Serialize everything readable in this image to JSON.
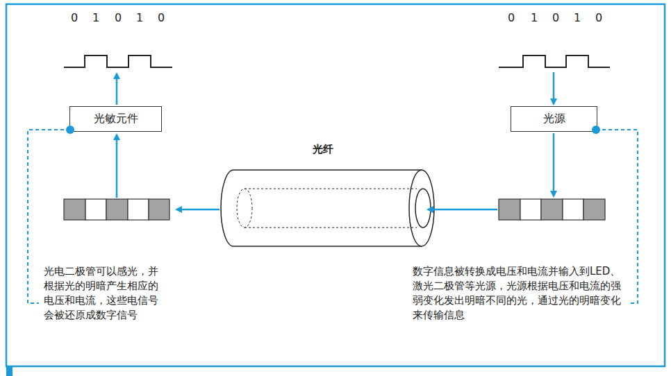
{
  "diagram": {
    "nodes": [
      {
        "text": [
          "光敏元件"
        ]
      },
      {
        "text": [
          "光源"
        ]
      }
    ],
    "labels": [
      "0",
      "1",
      "0",
      "1",
      "0",
      "0",
      "1",
      "0",
      "1",
      "0",
      "光纤",
      "光电二极管可以感光，并根据光的明暗产生相应的电压和电流，这些电信号会被还原成数字信号",
      "数字信息被转换成电压和电流并输入到LED、激光二极管等光源，光源根据电压和电流的强弱变化发出明暗不同的光，通过光的明暗变化来传输信息"
    ]
  }
}
